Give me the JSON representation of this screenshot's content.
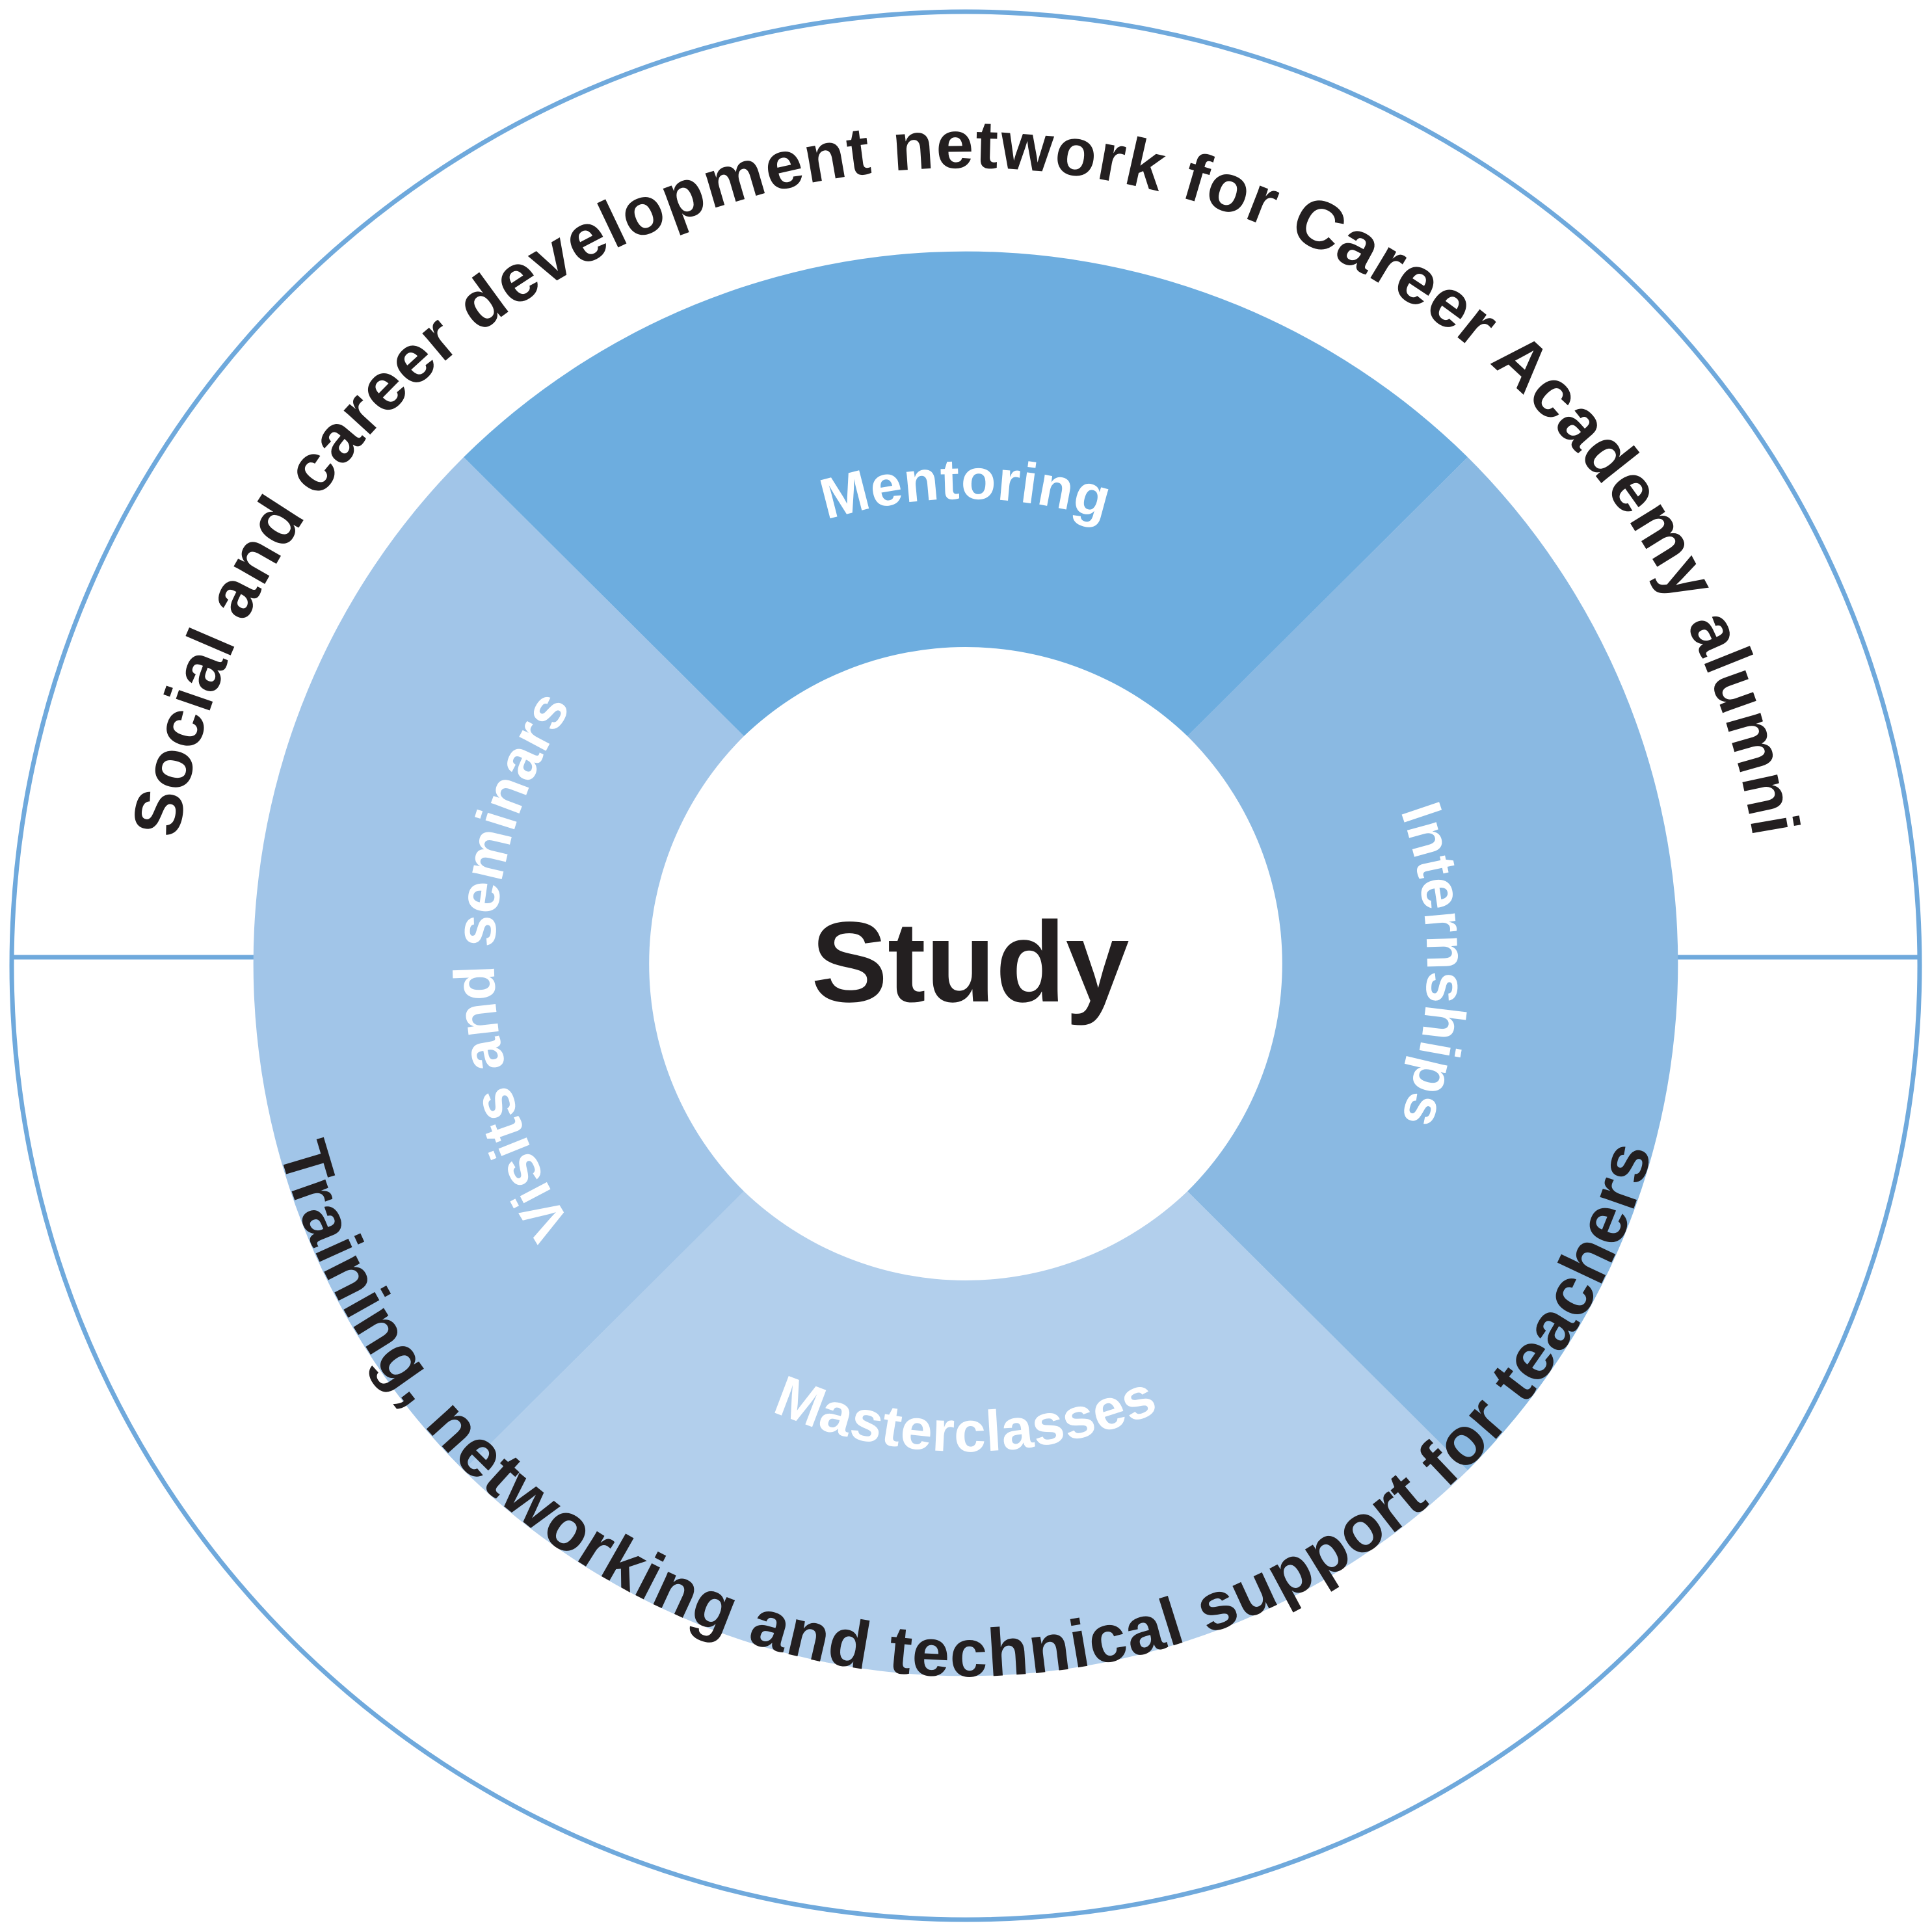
{
  "center": {
    "label": "Study"
  },
  "segments": [
    {
      "key": "top",
      "label": "Mentoring",
      "color": "#6daddf"
    },
    {
      "key": "right",
      "label": "Internships",
      "color": "#8ab9e2"
    },
    {
      "key": "bottom",
      "label": "Masterclasses",
      "color": "#b2cfec"
    },
    {
      "key": "left",
      "label": "Visits and seminars",
      "color": "#a1c5e8"
    }
  ],
  "outer_ring": {
    "top_label": "Social and career development network for Career Academy alumni",
    "bottom_label": "Training, networking and technical support for teachers",
    "stroke_color": "#6fa9dc"
  },
  "colors": {
    "text_dark": "#231f20",
    "text_light": "#ffffff",
    "background": "#ffffff"
  }
}
